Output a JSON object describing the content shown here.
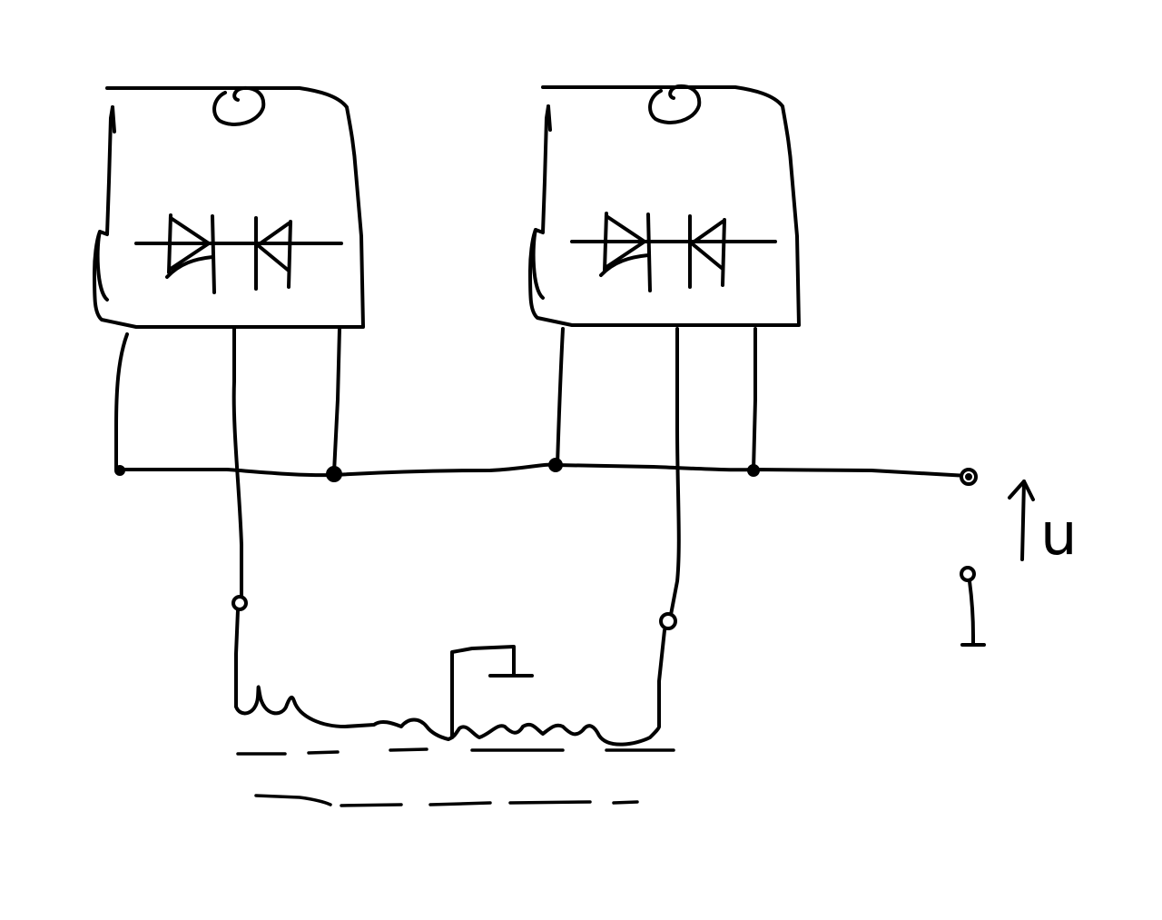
{
  "diagram": {
    "type": "hand-drawn circuit schematic",
    "colors": {
      "ink": "#000000",
      "background": "#ffffff"
    },
    "components": [
      {
        "id": "module-1",
        "kind": "thyristor-diode module",
        "contains": [
          "thyristor",
          "diode"
        ]
      },
      {
        "id": "module-2",
        "kind": "thyristor-diode module",
        "contains": [
          "thyristor",
          "diode"
        ]
      },
      {
        "id": "transformer",
        "kind": "tapped winding with core"
      },
      {
        "id": "ground",
        "kind": "ground symbol"
      }
    ],
    "labels": {
      "output_voltage": "u"
    },
    "icons": [
      "thyristor-icon",
      "diode-icon",
      "ground-icon",
      "arrow-up-icon",
      "terminal-icon"
    ]
  }
}
